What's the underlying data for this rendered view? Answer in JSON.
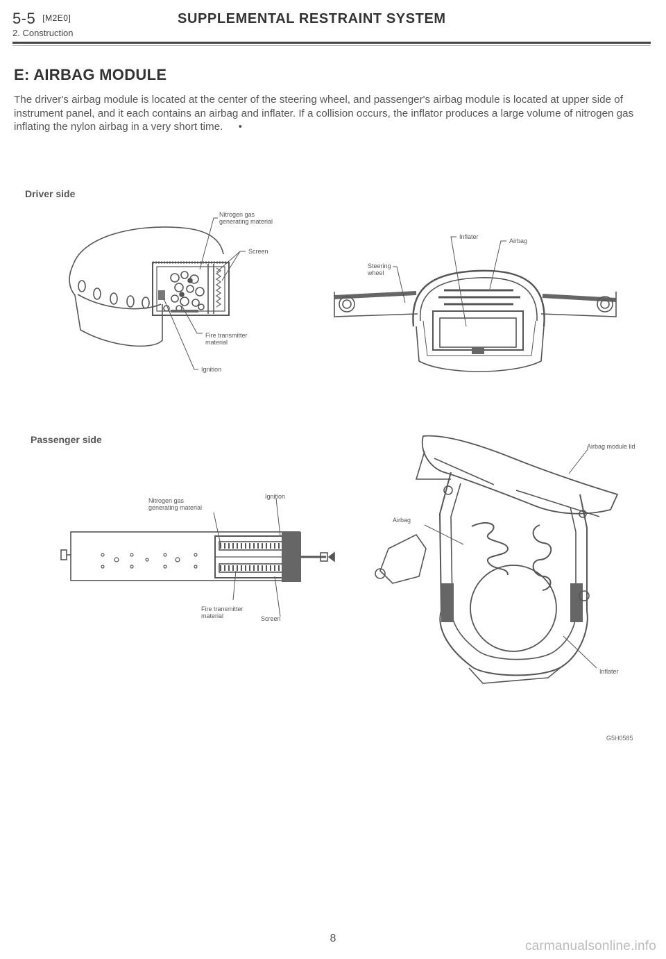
{
  "header": {
    "section_number": "5-5",
    "section_ref": "[M2E0]",
    "title": "SUPPLEMENTAL RESTRAINT SYSTEM",
    "subtitle": "2. Construction"
  },
  "content": {
    "heading": "E: AIRBAG MODULE",
    "paragraph": "The driver's airbag module is located at the center of the steering wheel, and passenger's airbag module is located at upper side of instrument panel, and it each contains an airbag and inflater. If a collision occurs, the inflator produces a large volume of nitrogen gas inflating the nylon airbag in a very short time.",
    "paragraph_mark": "•"
  },
  "figures": {
    "driver_side": {
      "label": "Driver side",
      "callouts": {
        "nitrogen_l1": "Nitrogen gas",
        "nitrogen_l2": "generating material",
        "screen": "Screen",
        "fire_l1": "Fire transmitter",
        "fire_l2": "material",
        "ignition": "Ignition",
        "inflater": "Inflater",
        "airbag": "Airbag",
        "steering_l1": "Steering",
        "steering_l2": "wheel"
      }
    },
    "passenger_side": {
      "label": "Passenger side",
      "callouts": {
        "nitrogen_l1": "Nitrogen gas",
        "nitrogen_l2": "generating material",
        "ignition": "Ignition",
        "fire_l1": "Fire transmitter",
        "fire_l2": "material",
        "screen": "Screen",
        "lid": "Airbag module lid",
        "airbag": "Airbag",
        "inflater": "Inflater"
      }
    },
    "figure_code": "G5H0585"
  },
  "footer": {
    "page_number": "8",
    "watermark": "carmanualsonline.info"
  }
}
